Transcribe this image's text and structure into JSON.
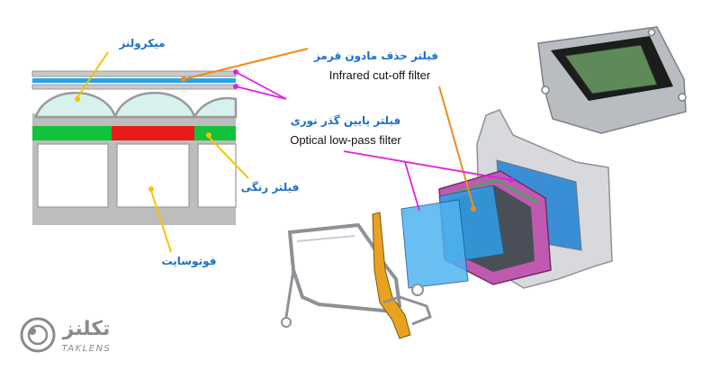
{
  "labels": {
    "microlens": "میکرولنز",
    "ir_filter_fa": "فیلتر حذف مادون قرمز",
    "ir_filter_en": "Infrared cut-off filter",
    "lowpass_fa": "فیلتر پایین گذر نوری",
    "lowpass_en": "Optical low-pass filter",
    "color_filter": "فیلتر رنگی",
    "photosite": "فوتوسایت"
  },
  "logo": {
    "fa": "تکلنز",
    "en": "TAKLENS"
  },
  "colors": {
    "label_fa": "#1a6fc9",
    "leader_orange": "#f28a1a",
    "leader_magenta": "#e020e0",
    "leader_yellow": "#f5c400",
    "ir_filter_layer": "#2aa3e6",
    "filter_green": "#12c23a",
    "filter_red": "#e81b1b",
    "sensor_chip": "#5e8a5a",
    "exploded_filter_blue": "#2f9fe8",
    "exploded_frame_magenta": "#c05ab0"
  }
}
